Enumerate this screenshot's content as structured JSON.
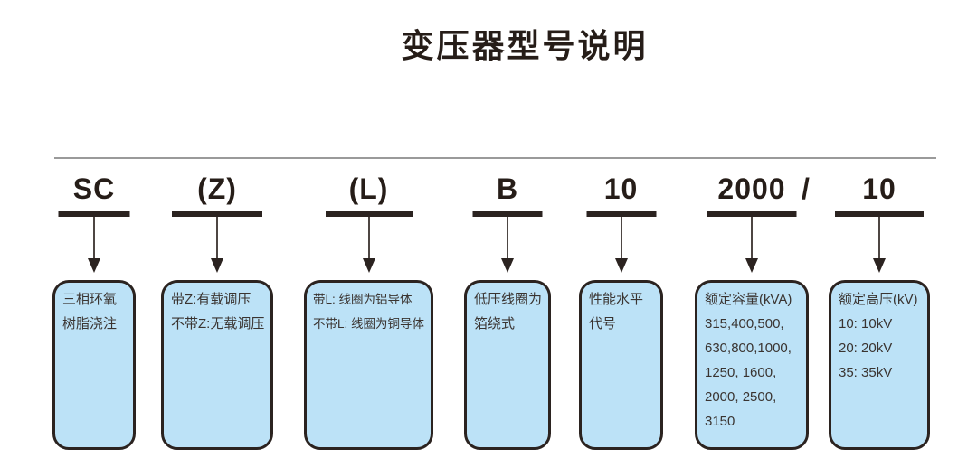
{
  "title": "变压器型号说明",
  "separator": "/",
  "segments": [
    {
      "code": "SC",
      "description": "三相环氧\n树脂浇注"
    },
    {
      "code": "(Z)",
      "description": "带Z:有载调压\n不带Z:无载调压"
    },
    {
      "code": "(L)",
      "description": "带L: 线圈为铝导体\n不带L: 线圈为铜导体"
    },
    {
      "code": "B",
      "description": "低压线圈为\n箔绕式"
    },
    {
      "code": "10",
      "description": "性能水平\n代号"
    },
    {
      "code": "2000",
      "description": "额定容量(kVA)\n315,400,500,\n630,800,1000,\n1250, 1600,\n2000, 2500,\n3150"
    },
    {
      "code": "10",
      "description": "额定高压(kV)\n10: 10kV\n20: 20kV\n35: 35kV"
    }
  ],
  "colors": {
    "box_fill": "#bce2f7",
    "box_border": "#2b2320",
    "code_text": "#261d18",
    "body_text": "#3a3431",
    "rule_line": "#9a9a9a",
    "background": "#ffffff"
  }
}
